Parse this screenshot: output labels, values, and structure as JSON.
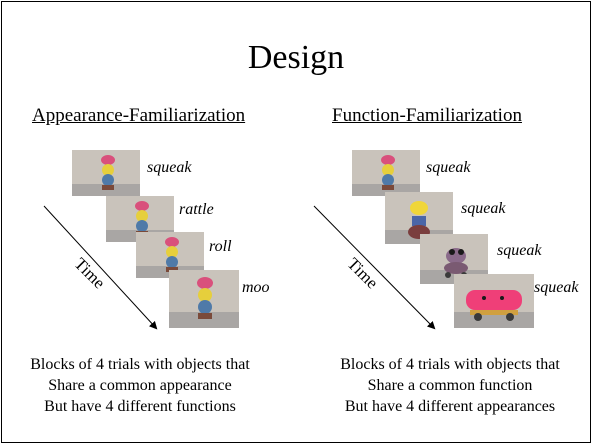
{
  "slide": {
    "title": "Design"
  },
  "left": {
    "heading": "Appearance-Familiarization",
    "time_label": "Time",
    "labels": [
      "squeak",
      "rattle",
      "roll",
      "moo"
    ],
    "caption": [
      "Blocks of 4 trials with objects that",
      "Share a common appearance",
      "But have 4 different functions"
    ]
  },
  "right": {
    "heading": "Function-Familiarization",
    "time_label": "Time",
    "labels": [
      "squeak",
      "squeak",
      "squeak",
      "squeak"
    ],
    "caption": [
      "Blocks of 4 trials with objects that",
      "Share a common function",
      "But have 4 different appearances"
    ]
  }
}
